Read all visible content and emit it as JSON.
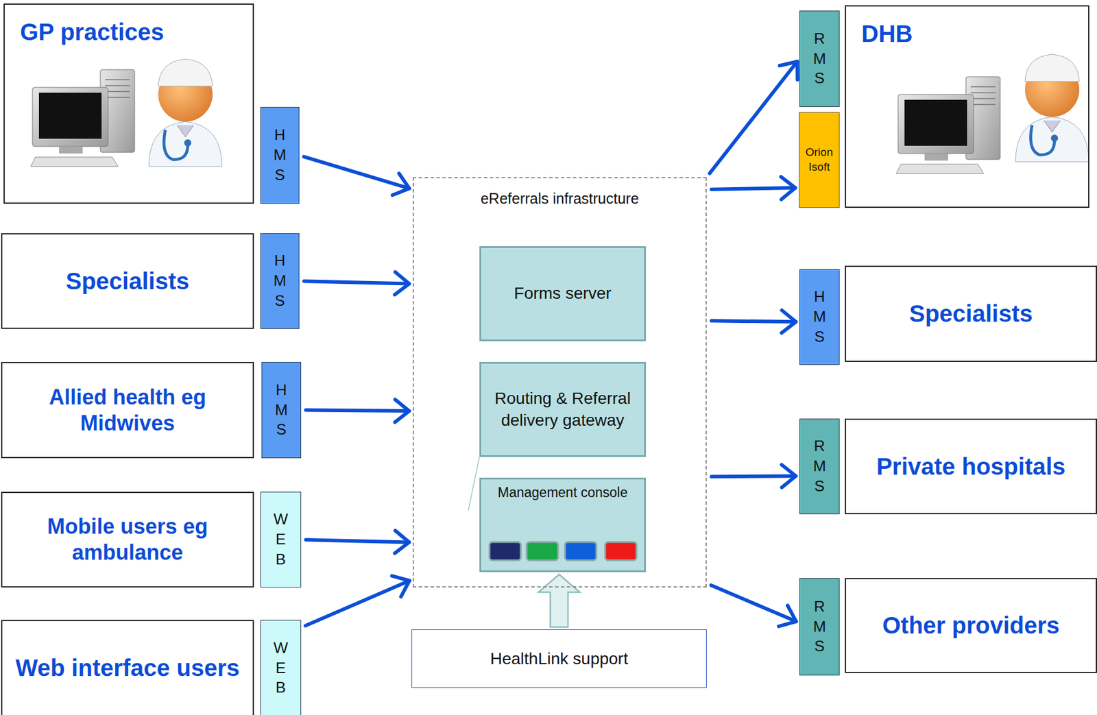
{
  "diagram": {
    "nodes": [
      {
        "text": [
          "GP practices"
        ]
      },
      {
        "text": [
          "HMS"
        ]
      },
      {
        "text": [
          "Specialists"
        ]
      },
      {
        "text": [
          "HMS"
        ]
      },
      {
        "text": [
          "Allied health eg Midwives"
        ]
      },
      {
        "text": [
          "HMS"
        ]
      },
      {
        "text": [
          "Mobile users eg ambulance"
        ]
      },
      {
        "text": [
          "WEB"
        ]
      },
      {
        "text": [
          "Web interface users"
        ]
      },
      {
        "text": [
          "WEB"
        ]
      },
      {
        "text": [
          "eReferrals infrastructure"
        ]
      },
      {
        "text": [
          "Forms server"
        ],
        "in": 10
      },
      {
        "text": [
          "Routing & Referral delivery gateway"
        ],
        "in": 10
      },
      {
        "text": [
          "Management console"
        ],
        "in": 10
      },
      {
        "text": [
          "HealthLink support"
        ]
      },
      {
        "text": [
          "RMS"
        ]
      },
      {
        "text": [
          "Orion Isoft"
        ]
      },
      {
        "text": [
          "DHB"
        ]
      },
      {
        "text": [
          "HMS"
        ]
      },
      {
        "text": [
          "Specialists"
        ]
      },
      {
        "text": [
          "RMS"
        ]
      },
      {
        "text": [
          "Private hospitals"
        ]
      },
      {
        "text": [
          "RMS"
        ]
      },
      {
        "text": [
          "Other providers"
        ]
      }
    ],
    "edges": [
      {
        "from": 1,
        "to": 10,
        "arrow": "to"
      },
      {
        "from": 3,
        "to": 10,
        "arrow": "to"
      },
      {
        "from": 5,
        "to": 10,
        "arrow": "to"
      },
      {
        "from": 7,
        "to": 10,
        "arrow": "to"
      },
      {
        "from": 9,
        "to": 10,
        "arrow": "to"
      },
      {
        "from": 10,
        "to": 15,
        "arrow": "to"
      },
      {
        "from": 10,
        "to": 16,
        "arrow": "to"
      },
      {
        "from": 10,
        "to": 18,
        "arrow": "to"
      },
      {
        "from": 10,
        "to": 20,
        "arrow": "to"
      },
      {
        "from": 10,
        "to": 22,
        "arrow": "to"
      },
      {
        "from": 14,
        "to": 13,
        "arrow": "to"
      }
    ]
  }
}
